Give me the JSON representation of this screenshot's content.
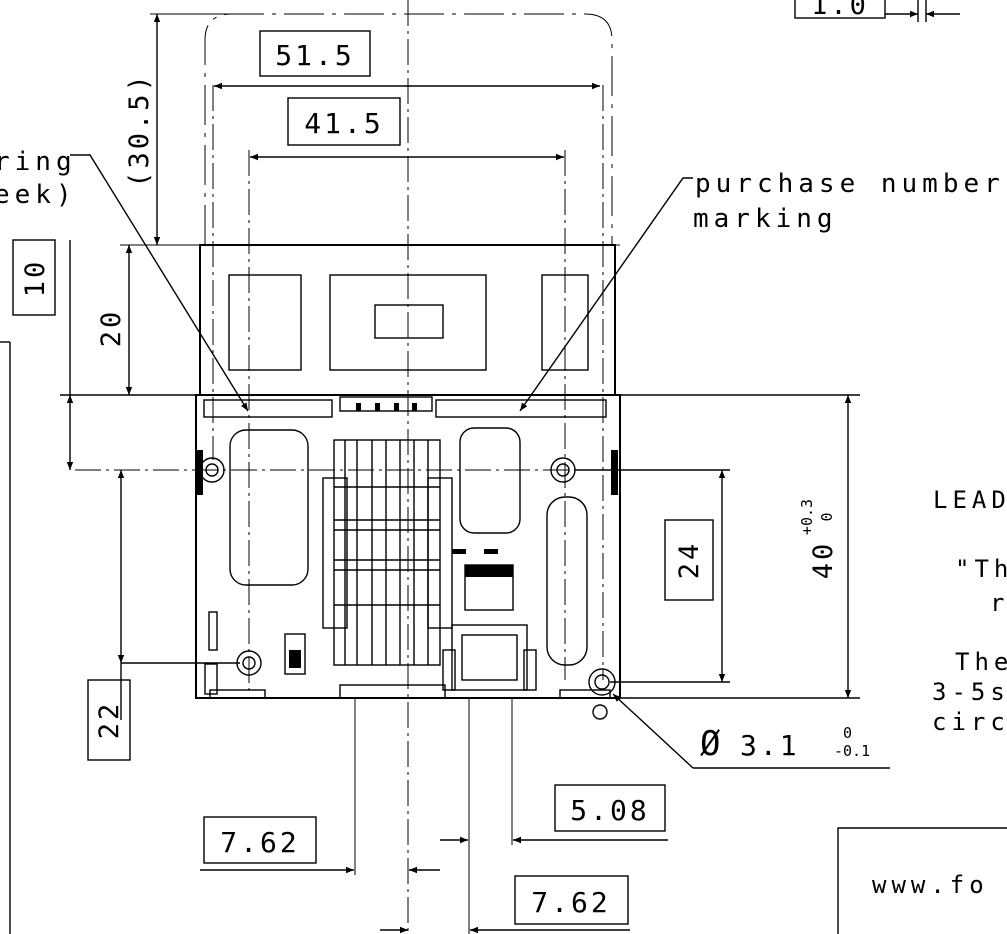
{
  "dimensions": {
    "d_51_5": "51.5",
    "d_41_5": "41.5",
    "d_30_5": "(30.5)",
    "d_20": "20",
    "d_10": "10",
    "d_22": "22",
    "d_24": "24",
    "d_40": "40",
    "d_40_tol_upper": "+0.3",
    "d_40_tol_lower": "0",
    "d_5_08": "5.08",
    "d_7_62_left": "7.62",
    "d_7_62_right": "7.62",
    "d_hole": "3.1",
    "d_hole_tol_upper": "0",
    "d_hole_tol_lower": "-0.1",
    "d_hole_symbol": "Ø",
    "d_top_right": "1.0"
  },
  "annotations": {
    "marking_left_line1": "ring",
    "marking_left_line2": "eek)",
    "purchase_line1": "purchase number",
    "purchase_line2": "marking"
  },
  "notes": {
    "lead": "LEAD",
    "quote_line1": "\"Th",
    "quote_line2": "r",
    "the_line1": "The",
    "the_line2": "3-5s",
    "the_line3": "circ"
  },
  "titleblock": {
    "url": "www.fo"
  }
}
